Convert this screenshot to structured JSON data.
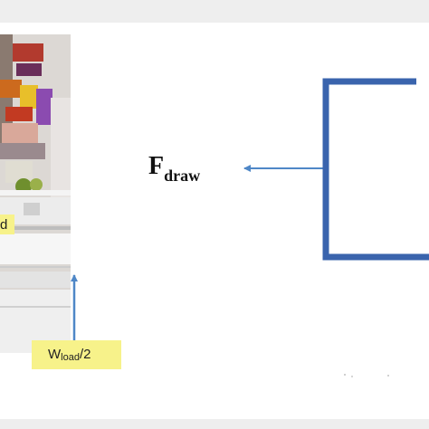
{
  "labels": {
    "load_partial": "d",
    "w_load": {
      "main": "W",
      "sub": "load",
      "suffix": "/2"
    },
    "f_draw": {
      "main": "F",
      "sub": "draw"
    }
  },
  "colors": {
    "arrow": "#4f87c7",
    "bracket": "#3a64ad",
    "label_bg": "#f7f28a",
    "strip": "#eeeeee"
  }
}
